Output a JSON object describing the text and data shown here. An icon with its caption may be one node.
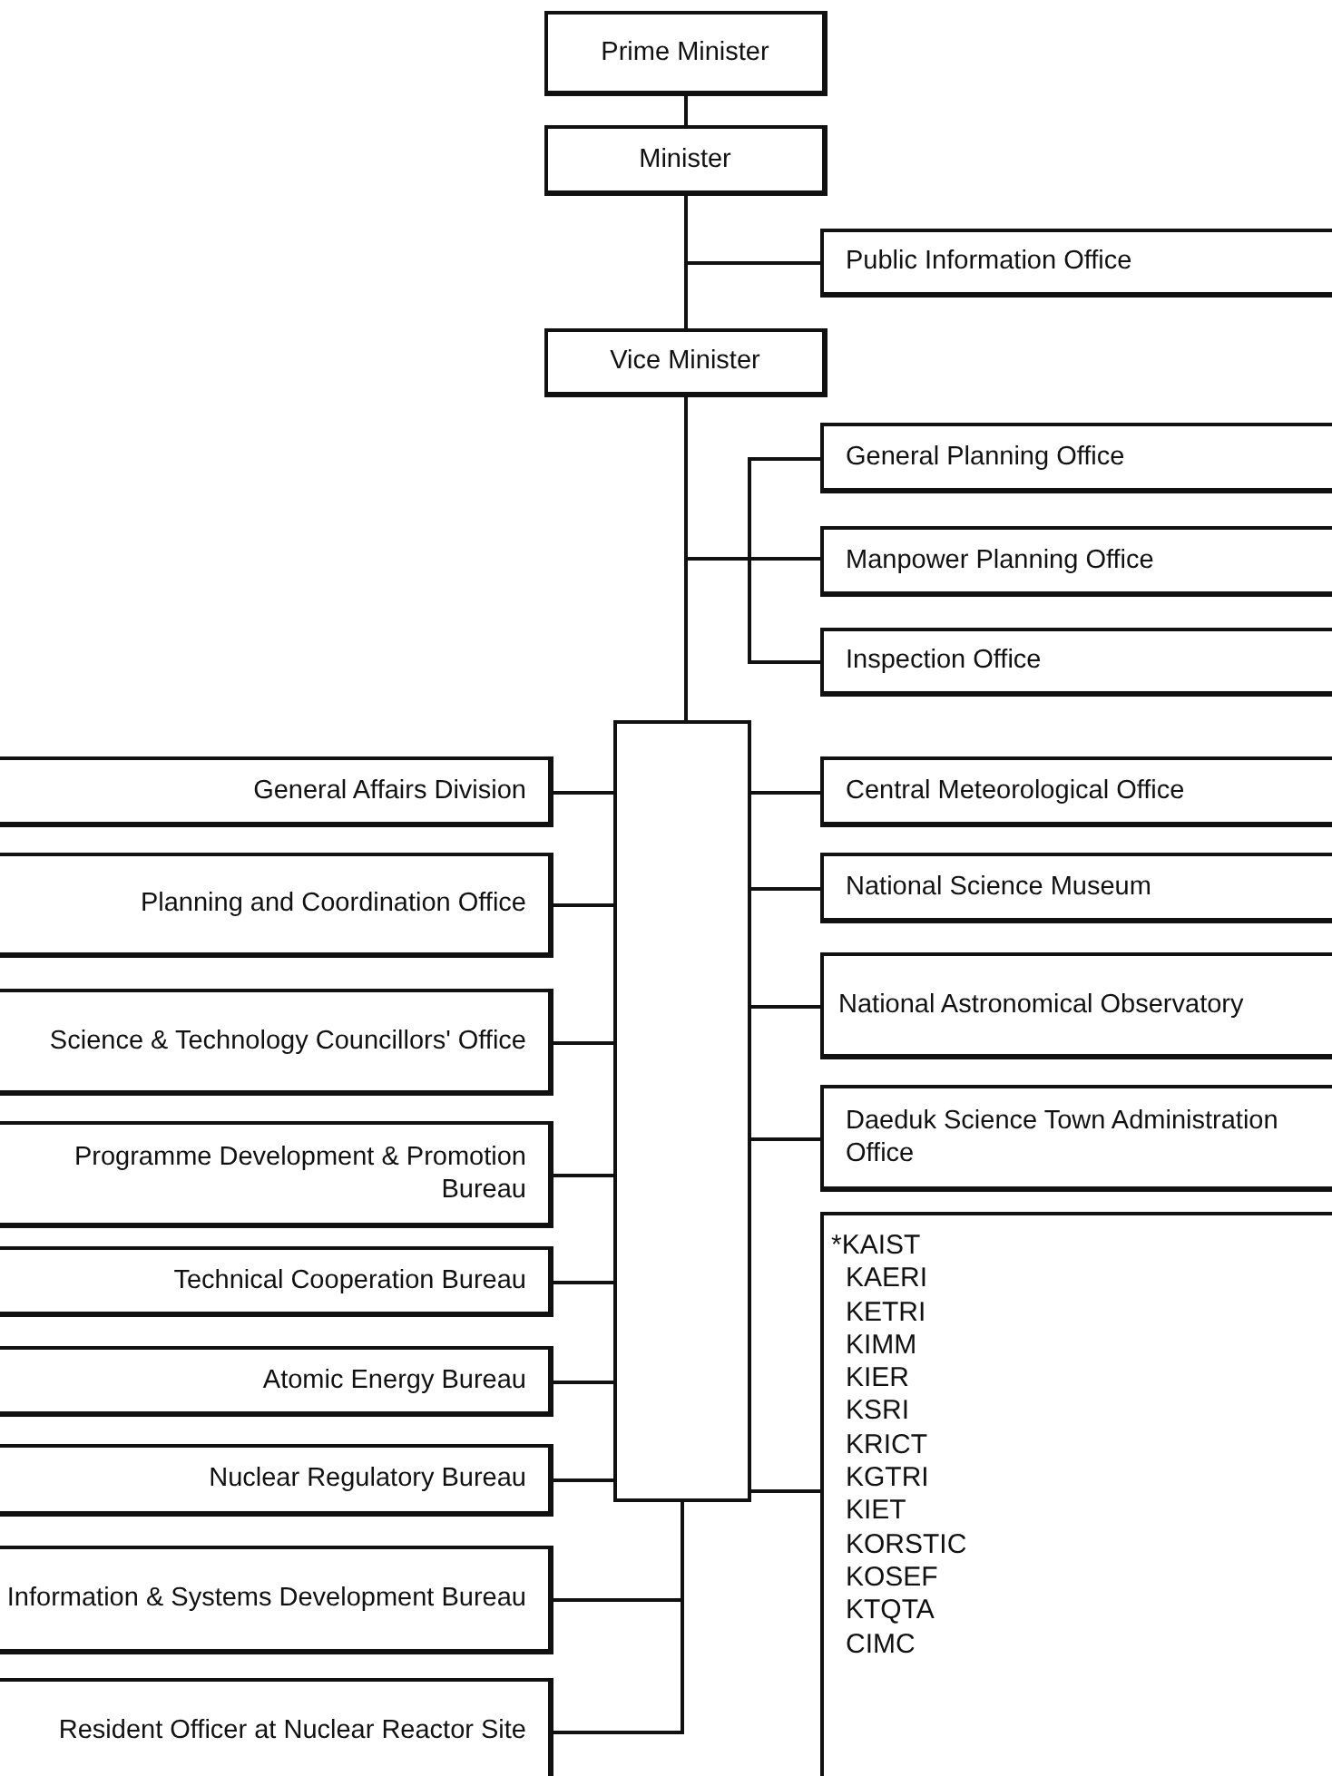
{
  "diagram": {
    "nodes": [
      {
        "text": [
          "Prime Minister"
        ]
      },
      {
        "text": [
          "Minister"
        ]
      },
      {
        "text": [
          "Public Information Office"
        ]
      },
      {
        "text": [
          "Vice Minister"
        ]
      },
      {
        "text": [
          "General Planning Office"
        ]
      },
      {
        "text": [
          "Manpower Planning Office"
        ]
      },
      {
        "text": [
          "Inspection Office"
        ]
      },
      {
        "text": [],
        "shape": "box"
      },
      {
        "text": [
          "General Affairs Division"
        ]
      },
      {
        "text": [
          "Planning and Coordination Office"
        ]
      },
      {
        "text": [
          "Science & Technology Councillors' Office"
        ]
      },
      {
        "text": [
          "Programme Development & Promotion Bureau"
        ]
      },
      {
        "text": [
          "Technical Cooperation Bureau"
        ]
      },
      {
        "text": [
          "Atomic Energy Bureau"
        ]
      },
      {
        "text": [
          "Nuclear Regulatory Bureau"
        ]
      },
      {
        "text": [
          "Information & Systems Development Bureau"
        ]
      },
      {
        "text": [
          "Resident Officer at Nuclear Reactor Site"
        ]
      },
      {
        "text": [
          "Central Meteorological Office"
        ]
      },
      {
        "text": [
          "National Science Museum"
        ]
      },
      {
        "text": [
          "National Astronomical Observatory"
        ]
      },
      {
        "text": [
          "Daeduk Science Town Administration Office"
        ]
      },
      {
        "text": [
          "*KAIST",
          "KAERI",
          "KETRI",
          "KIMM",
          "KIER",
          "KSRI",
          "KRICT",
          "KGTRI",
          "KIET",
          "KORSTIC",
          "KOSEF",
          "KTQTA",
          "CIMC"
        ]
      }
    ],
    "edges": [
      {
        "from": 0,
        "to": 1,
        "arrow": "none"
      },
      {
        "from": 1,
        "to": 2,
        "arrow": "none"
      },
      {
        "from": 1,
        "to": 3,
        "arrow": "none"
      },
      {
        "from": 3,
        "to": 4,
        "arrow": "none"
      },
      {
        "from": 3,
        "to": 5,
        "arrow": "none"
      },
      {
        "from": 3,
        "to": 6,
        "arrow": "none"
      },
      {
        "from": 3,
        "to": 7,
        "arrow": "none"
      },
      {
        "from": 7,
        "to": 8,
        "arrow": "none"
      },
      {
        "from": 7,
        "to": 9,
        "arrow": "none"
      },
      {
        "from": 7,
        "to": 10,
        "arrow": "none"
      },
      {
        "from": 7,
        "to": 11,
        "arrow": "none"
      },
      {
        "from": 7,
        "to": 12,
        "arrow": "none"
      },
      {
        "from": 7,
        "to": 13,
        "arrow": "none"
      },
      {
        "from": 7,
        "to": 14,
        "arrow": "none"
      },
      {
        "from": 7,
        "to": 15,
        "arrow": "none"
      },
      {
        "from": 7,
        "to": 16,
        "arrow": "none"
      },
      {
        "from": 7,
        "to": 17,
        "arrow": "none"
      },
      {
        "from": 7,
        "to": 18,
        "arrow": "none"
      },
      {
        "from": 7,
        "to": 19,
        "arrow": "none"
      },
      {
        "from": 7,
        "to": 20,
        "arrow": "none"
      },
      {
        "from": 7,
        "to": 21,
        "arrow": "none"
      }
    ]
  }
}
